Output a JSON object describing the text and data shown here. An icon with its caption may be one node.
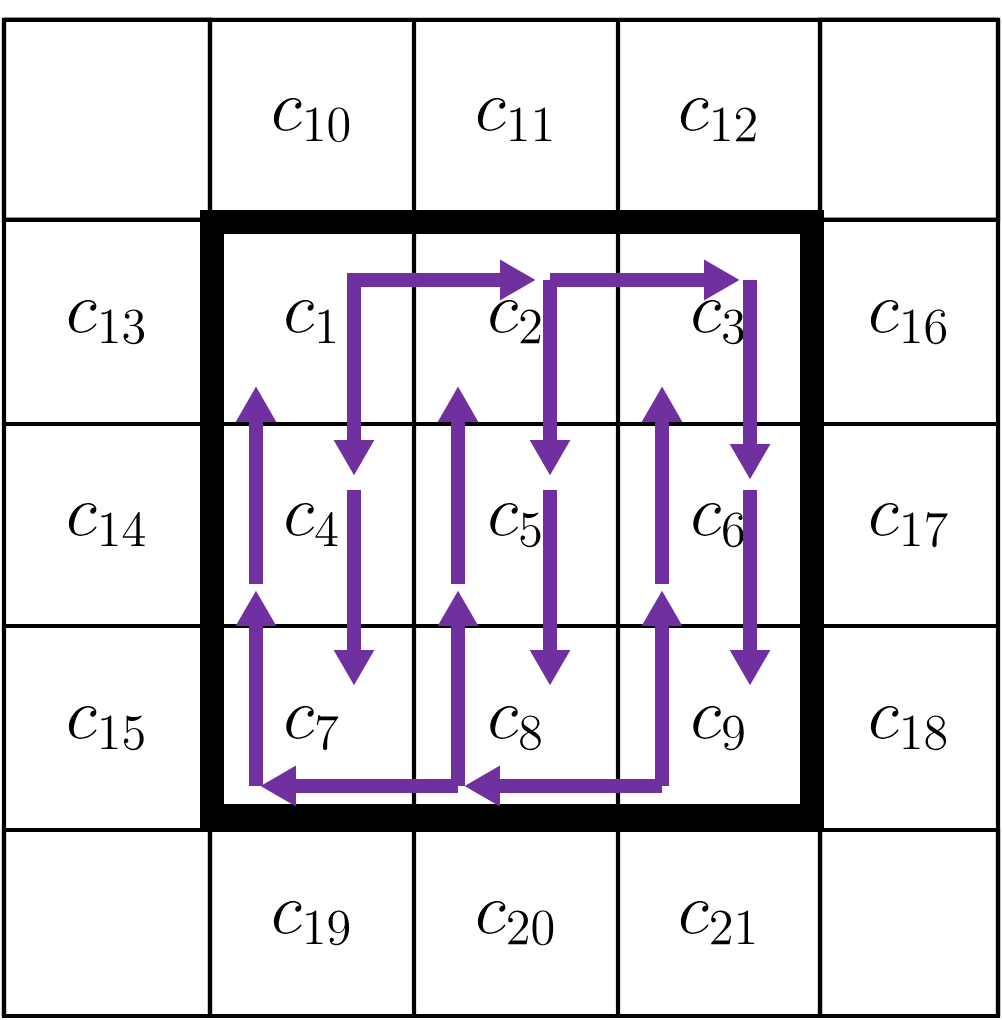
{
  "diagram": {
    "nodes": [
      {
        "text": [],
        "shape": "box"
      },
      {
        "text": [
          "c_{10}"
        ]
      },
      {
        "text": [
          "c_{11}"
        ]
      },
      {
        "text": [
          "c_{12}"
        ]
      },
      {
        "text": [],
        "shape": "box"
      },
      {
        "text": [
          "c_{13}"
        ]
      },
      {
        "text": [
          "c_{1}"
        ]
      },
      {
        "text": [
          "c_{2}"
        ]
      },
      {
        "text": [
          "c_{3}"
        ]
      },
      {
        "text": [
          "c_{16}"
        ]
      },
      {
        "text": [
          "c_{14}"
        ]
      },
      {
        "text": [
          "c_{4}"
        ]
      },
      {
        "text": [
          "c_{5}"
        ]
      },
      {
        "text": [
          "c_{6}"
        ]
      },
      {
        "text": [
          "c_{17}"
        ]
      },
      {
        "text": [
          "c_{15}"
        ]
      },
      {
        "text": [
          "c_{7}"
        ]
      },
      {
        "text": [
          "c_{8}"
        ]
      },
      {
        "text": [
          "c_{9}"
        ]
      },
      {
        "text": [
          "c_{18}"
        ]
      },
      {
        "text": [],
        "shape": "box"
      },
      {
        "text": [
          "c_{19}"
        ]
      },
      {
        "text": [
          "c_{20}"
        ]
      },
      {
        "text": [
          "c_{21}"
        ]
      },
      {
        "text": [],
        "shape": "box"
      }
    ],
    "edges": [
      {
        "from": 6,
        "to": 7,
        "arrow": "to"
      },
      {
        "from": 6,
        "to": 11,
        "arrow": "to"
      },
      {
        "from": 7,
        "to": 8,
        "arrow": "to"
      },
      {
        "from": 7,
        "to": 12,
        "arrow": "to"
      },
      {
        "from": 8,
        "to": 13,
        "arrow": "to"
      },
      {
        "from": 11,
        "to": 16,
        "arrow": "to"
      },
      {
        "from": 12,
        "to": 17,
        "arrow": "to"
      },
      {
        "from": 13,
        "to": 18,
        "arrow": "to"
      },
      {
        "from": 16,
        "to": 11,
        "arrow": "to"
      },
      {
        "from": 11,
        "to": 6,
        "arrow": "to"
      },
      {
        "from": 17,
        "to": 12,
        "arrow": "to"
      },
      {
        "from": 12,
        "to": 7,
        "arrow": "to"
      },
      {
        "from": 18,
        "to": 13,
        "arrow": "to"
      },
      {
        "from": 13,
        "to": 8,
        "arrow": "to"
      },
      {
        "from": 18,
        "to": 17,
        "arrow": "to"
      },
      {
        "from": 17,
        "to": 16,
        "arrow": "to"
      }
    ]
  }
}
